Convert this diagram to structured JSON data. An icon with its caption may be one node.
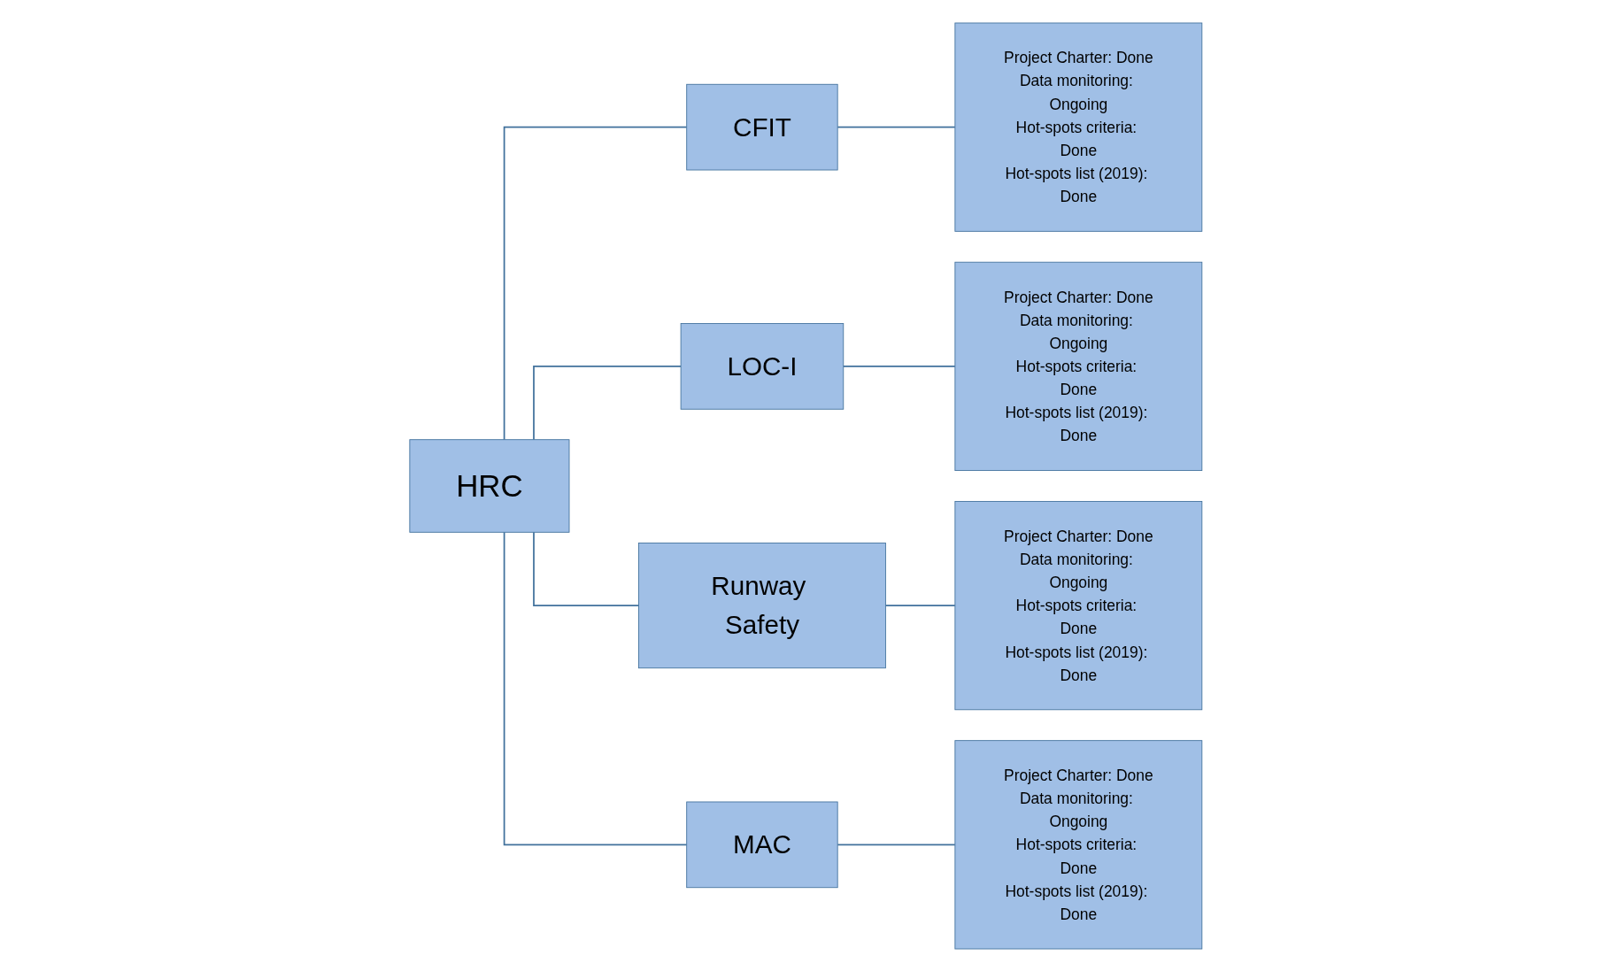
{
  "diagram": {
    "nodes": [
      {
        "text": [
          "HRC"
        ]
      },
      {
        "text": [
          "CFIT"
        ]
      },
      {
        "text": [
          "Project Charter: Done",
          "Data monitoring: Ongoing",
          "Hot-spots criteria: Done",
          "Hot-spots list (2019): Done"
        ]
      },
      {
        "text": [
          "LOC-I"
        ]
      },
      {
        "text": [
          "Project Charter: Done",
          "Data monitoring: Ongoing",
          "Hot-spots criteria: Done",
          "Hot-spots list (2019): Done"
        ]
      },
      {
        "text": [
          "Runway Safety"
        ]
      },
      {
        "text": [
          "Project Charter: Done",
          "Data monitoring: Ongoing",
          "Hot-spots criteria: Done",
          "Hot-spots list (2019): Done"
        ]
      },
      {
        "text": [
          "MAC"
        ]
      },
      {
        "text": [
          "Project Charter: Done",
          "Data monitoring: Ongoing",
          "Hot-spots criteria: Done",
          "Hot-spots list (2019): Done"
        ]
      }
    ],
    "edges": [
      {
        "from": 0,
        "to": 1,
        "arrow": "none"
      },
      {
        "from": 0,
        "to": 3,
        "arrow": "none"
      },
      {
        "from": 0,
        "to": 5,
        "arrow": "none"
      },
      {
        "from": 0,
        "to": 7,
        "arrow": "none"
      },
      {
        "from": 1,
        "to": 2,
        "arrow": "none"
      },
      {
        "from": 3,
        "to": 4,
        "arrow": "none"
      },
      {
        "from": 5,
        "to": 6,
        "arrow": "none"
      },
      {
        "from": 7,
        "to": 8,
        "arrow": "none"
      }
    ]
  }
}
